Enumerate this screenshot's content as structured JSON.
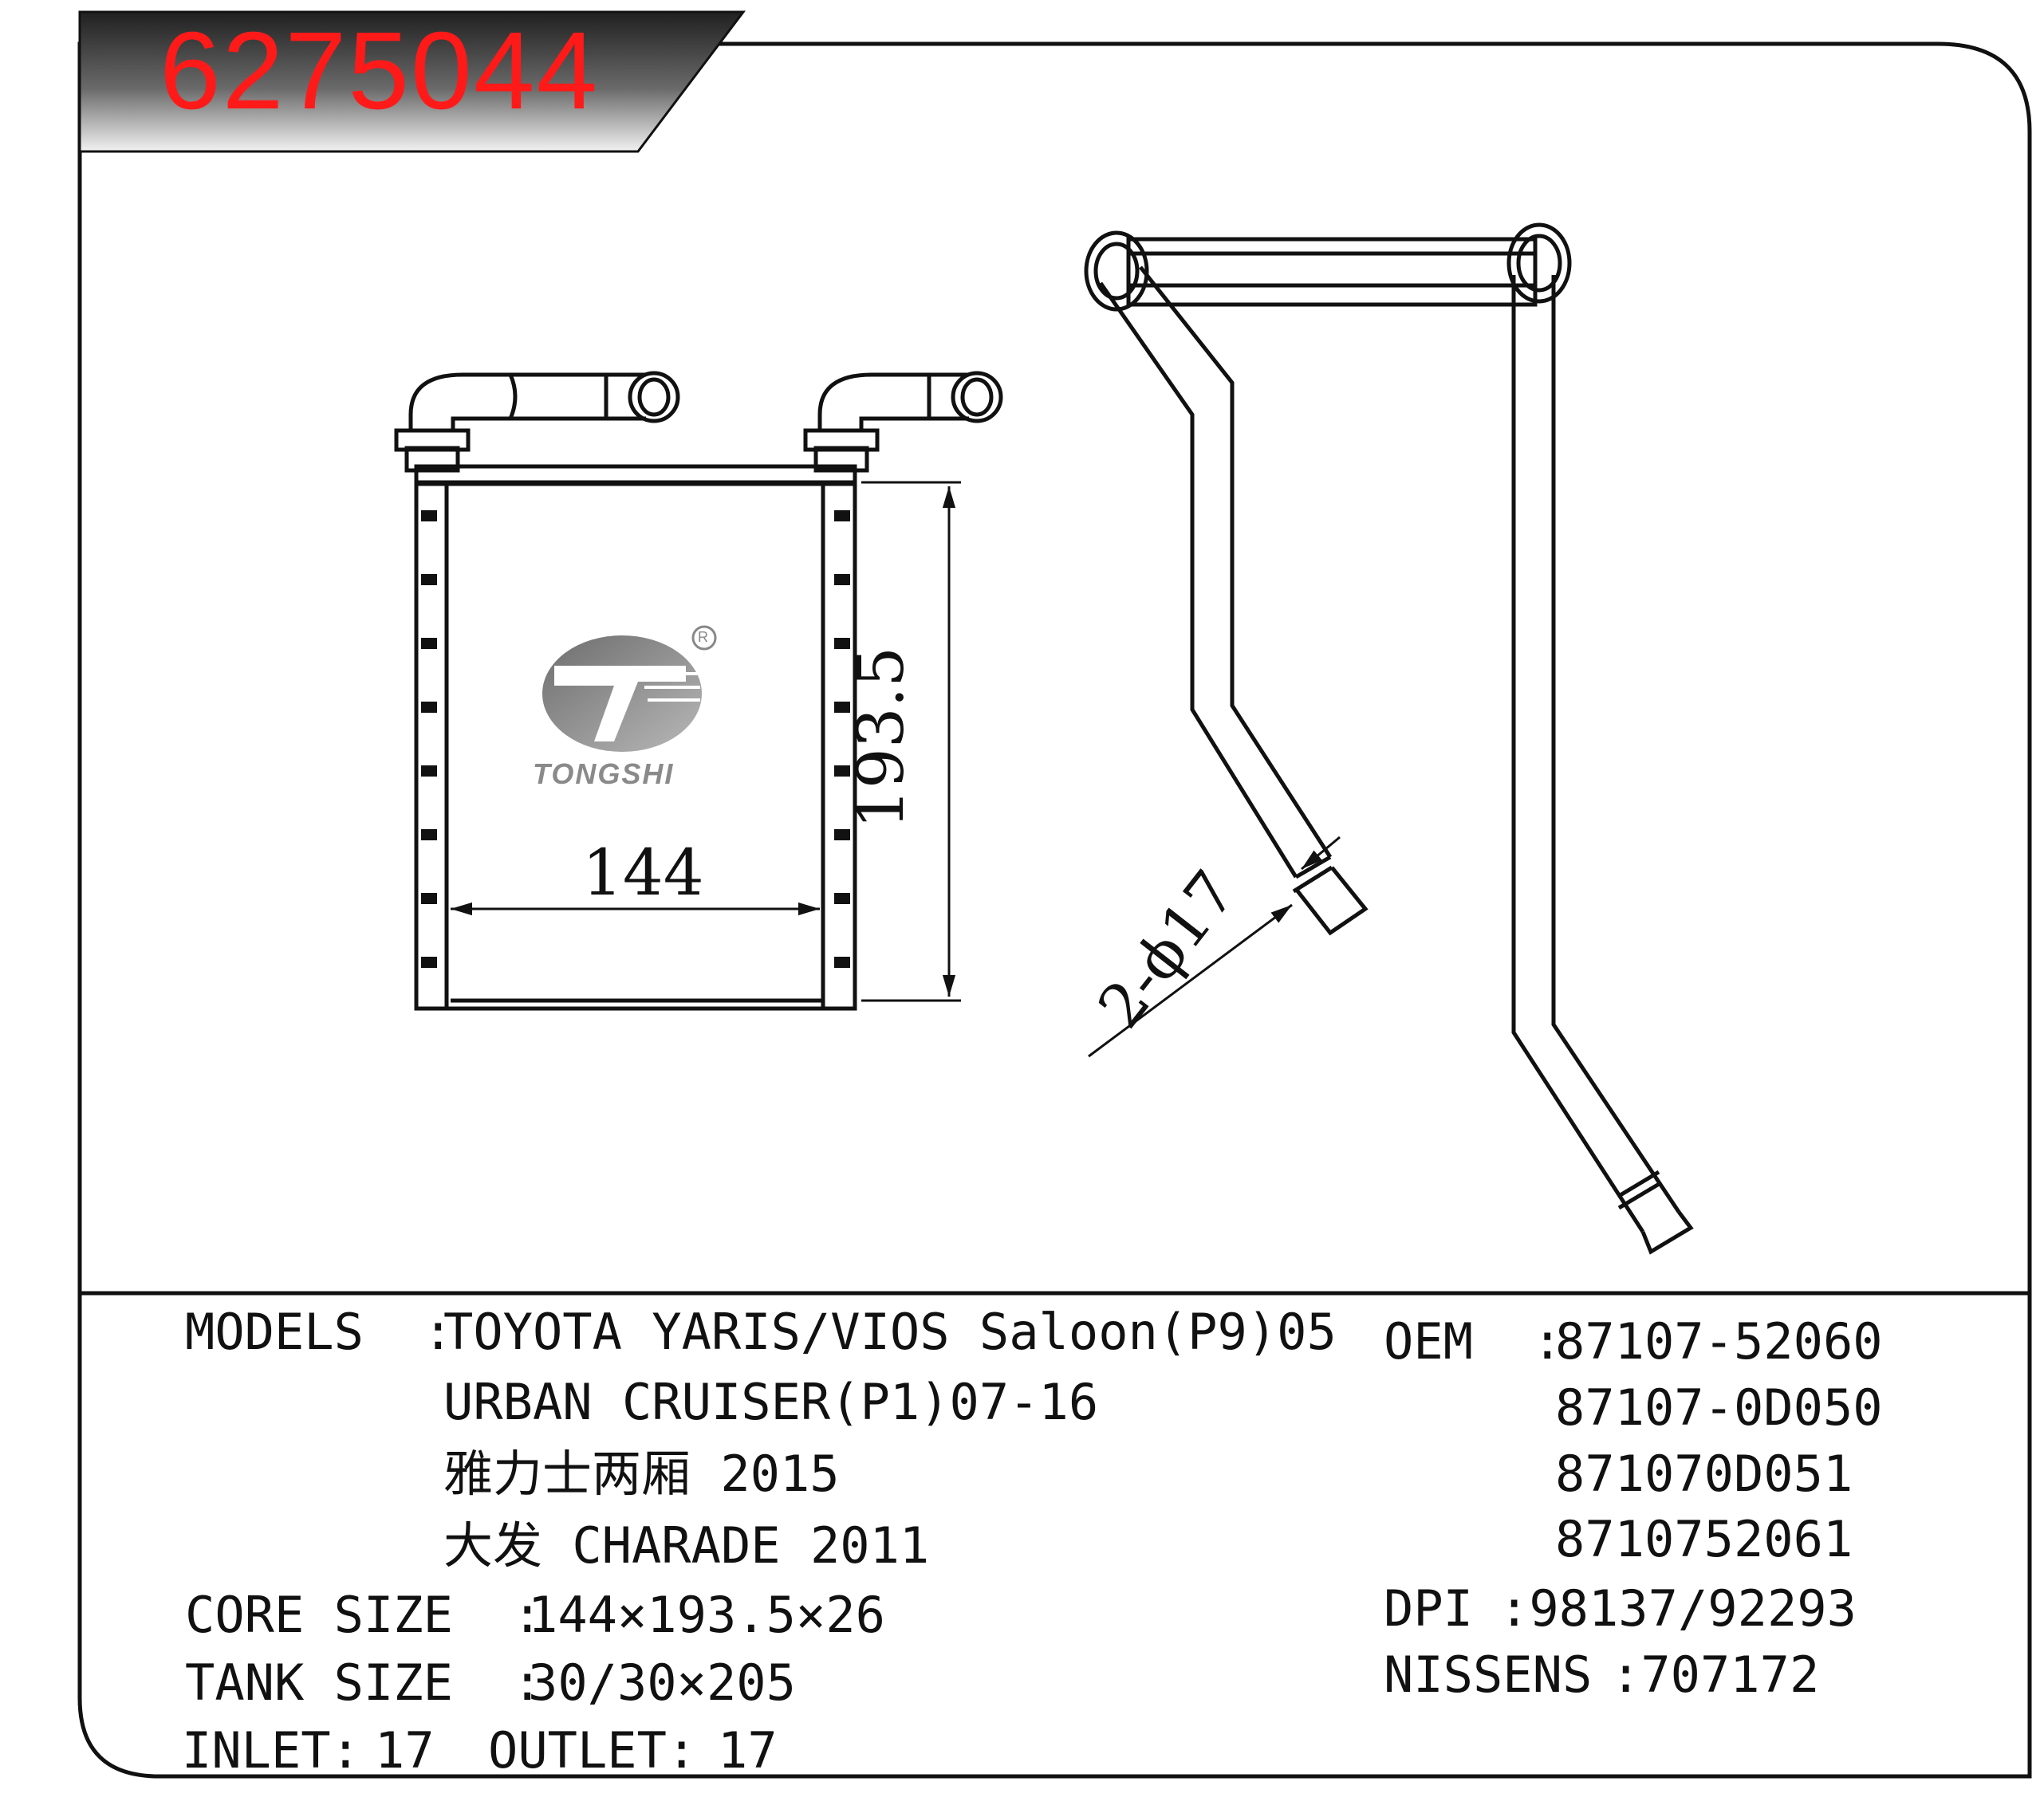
{
  "part_number": "6275044",
  "brand": {
    "name": "TONGSHI",
    "registered_mark": "R"
  },
  "drawing": {
    "width_dim": "144",
    "height_dim": "193.5",
    "pipe_dim": "2-ϕ17"
  },
  "specs": {
    "models_label": "MODELS  :",
    "models": [
      "TOYOTA YARIS/VIOS Saloon(P9)05",
      "URBAN CRUISER(P1)07-16",
      "雅力士两厢 2015",
      "大发 CHARADE 2011"
    ],
    "core_size_label": "CORE SIZE  :",
    "core_size": "144×193.5×26",
    "tank_size_label": "TANK SIZE  :",
    "tank_size": "30/30×205",
    "inlet_label": "INLET:",
    "inlet": "17",
    "outlet_label": "OUTLET:",
    "outlet": "17"
  },
  "oem": {
    "label": "OEM  :",
    "numbers": [
      "87107-52060",
      "87107-0D050",
      "871070D051",
      "8710752061"
    ],
    "dpi_label": "DPI",
    "dpi": ":98137/92293",
    "nissens_label": "NISSENS",
    "nissens": ":707172"
  },
  "colors": {
    "part_number": "#ff1a1a",
    "banner_dark": "#2a2a2a",
    "line": "#111111"
  }
}
